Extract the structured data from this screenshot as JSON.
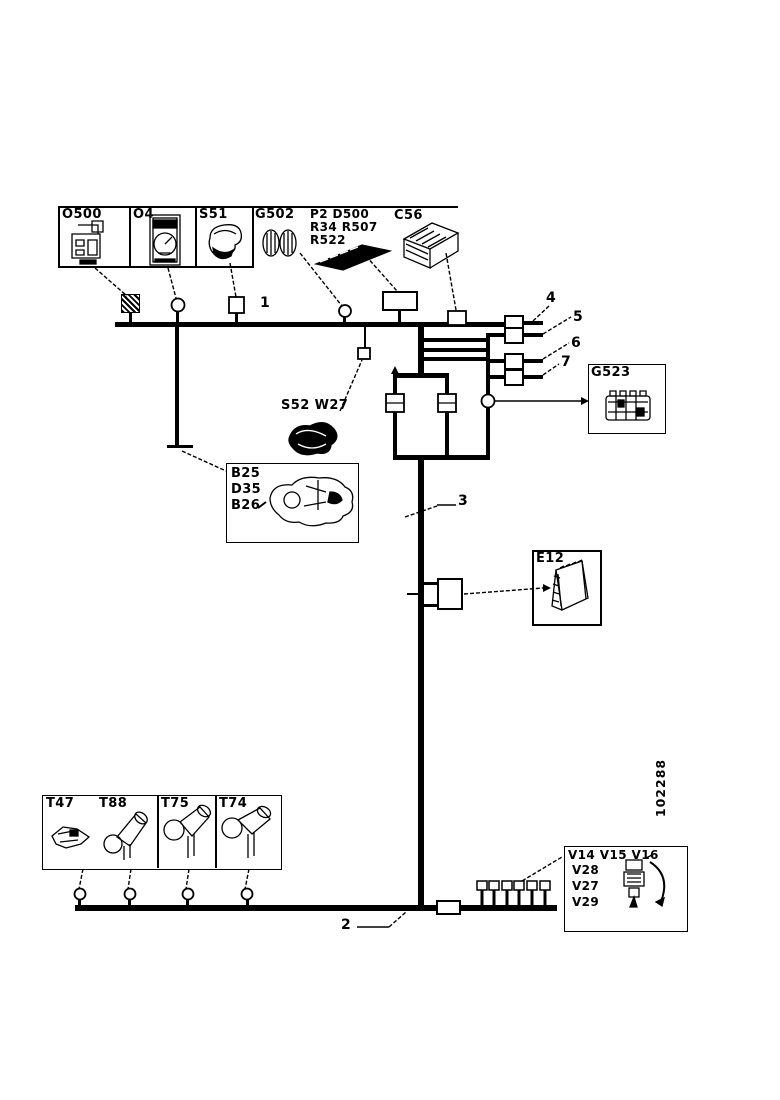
{
  "top_row": {
    "cells": [
      {
        "label": "O500"
      },
      {
        "label": "O4"
      },
      {
        "label": "S51"
      },
      {
        "label": "G502"
      }
    ],
    "p2_block": {
      "line1": "P2 D500",
      "line2": "R34 R507",
      "line3": "R522"
    },
    "c56": "C56"
  },
  "wires": {
    "w1": "1",
    "w2": "2",
    "w3": "3"
  },
  "branches": {
    "b4": "4",
    "b5": "5",
    "b6": "6",
    "b7": "7"
  },
  "boxes": {
    "g523": "G523",
    "s52w27": "S52 W27",
    "b_group": {
      "l1": "B25",
      "l2": "D35",
      "l3": "B26"
    },
    "e12": "E12"
  },
  "bottom_row": {
    "cells": [
      {
        "label": "T47"
      },
      {
        "label": "T88"
      },
      {
        "label": "T75"
      },
      {
        "label": "T74"
      }
    ]
  },
  "v_group": {
    "row1": "V14 V15 V16",
    "r1": "V28",
    "r2": "V27",
    "r3": "V29"
  },
  "figure_number": "102288",
  "colors": {
    "ink": "#000000",
    "paper": "#ffffff"
  }
}
